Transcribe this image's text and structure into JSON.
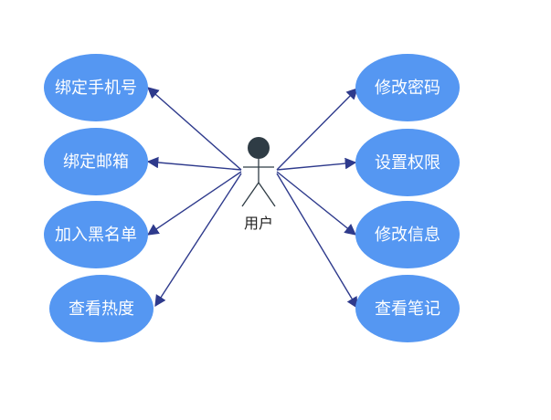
{
  "actor": {
    "label": "用户"
  },
  "left_use_cases": [
    "绑定手机号",
    "绑定邮箱",
    "加入黑名单",
    "查看热度"
  ],
  "right_use_cases": [
    "修改密码",
    "设置权限",
    "修改信息",
    "查看笔记"
  ],
  "colors": {
    "use_case_fill": "#5597f2",
    "use_case_text": "#ffffff",
    "line": "#2e3a8c",
    "actor_head": "#2f3c45",
    "actor_body": "#2f3c45"
  }
}
